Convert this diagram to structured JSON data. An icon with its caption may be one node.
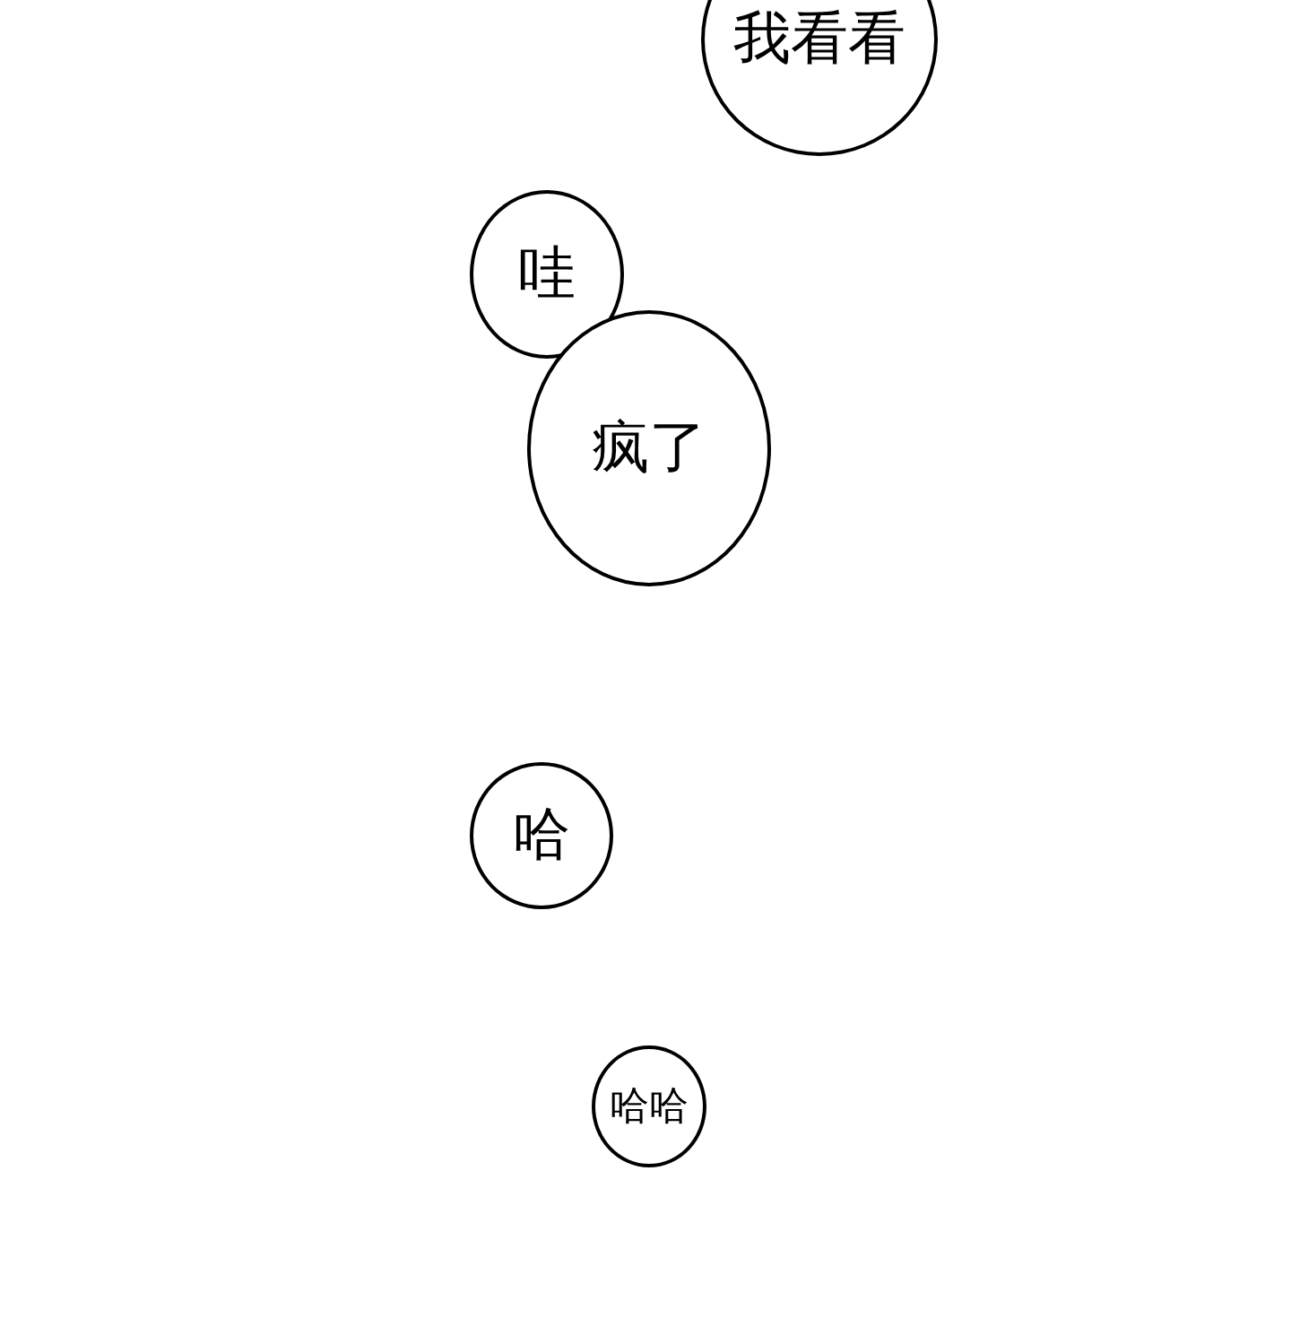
{
  "diagram": {
    "nodes": [
      {
        "text": [
          "我看看"
        ]
      },
      {
        "text": [
          "哇"
        ]
      },
      {
        "text": [
          "疯了"
        ]
      },
      {
        "text": [
          "哈"
        ]
      },
      {
        "text": [
          "哈哈"
        ]
      }
    ]
  }
}
